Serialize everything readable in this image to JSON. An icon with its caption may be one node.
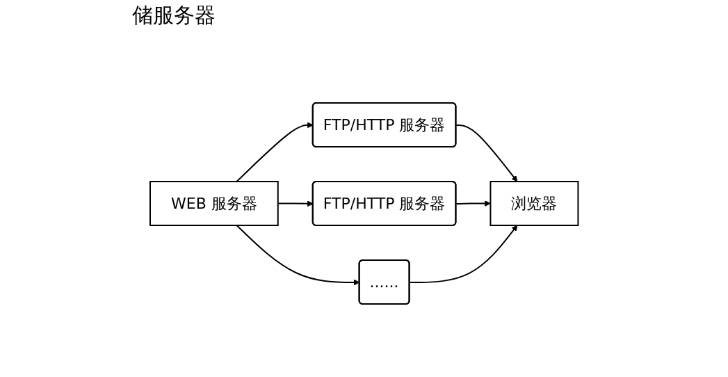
{
  "diagram": {
    "nodes": [
      {
        "text": [
          "WEB 服务器"
        ]
      },
      {
        "text": [
          "FTP/HTTP 服务器"
        ]
      },
      {
        "text": [
          "FTP/HTTP 服务器"
        ]
      },
      {
        "text": [
          "......"
        ]
      },
      {
        "text": [
          "浏览器"
        ]
      }
    ],
    "edges": [
      {
        "from": 0,
        "to": 1,
        "arrow": "to"
      },
      {
        "from": 0,
        "to": 2,
        "arrow": "to"
      },
      {
        "from": 0,
        "to": 3,
        "arrow": "to"
      },
      {
        "from": 1,
        "to": 4,
        "arrow": "to"
      },
      {
        "from": 2,
        "to": 4,
        "arrow": "to"
      },
      {
        "from": 3,
        "to": 4,
        "arrow": "to"
      }
    ],
    "labels": [
      "储服务器"
    ]
  }
}
